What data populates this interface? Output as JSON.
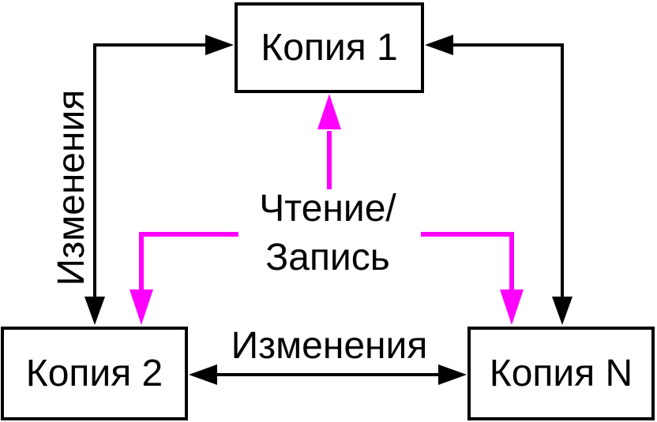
{
  "diagram": {
    "nodes": {
      "copy1": {
        "label": "Копия 1"
      },
      "copy2": {
        "label": "Копия 2"
      },
      "copyN": {
        "label": "Копия N"
      }
    },
    "labels": {
      "changes_left": "Изменения",
      "changes_bottom": "Изменения",
      "read_write_line1": "Чтение/",
      "read_write_line2": "Запись"
    },
    "colors": {
      "line": "#000000",
      "accent": "#ff00ff",
      "background": "#ffffff",
      "text": "#000000"
    }
  }
}
